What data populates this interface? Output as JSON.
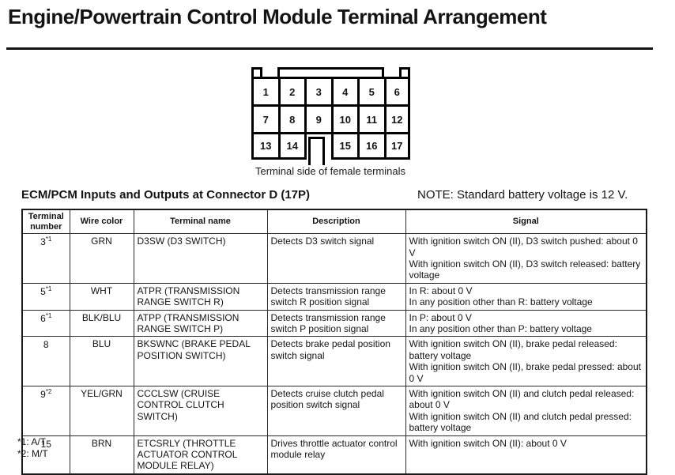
{
  "page": {
    "title": "Engine/Powertrain Control Module Terminal Arrangement"
  },
  "colors": {
    "text": "#141414",
    "line": "#000000",
    "background": "#ffffff"
  },
  "connector": {
    "caption": "Terminal side of female terminals",
    "rows": [
      [
        "1",
        "2",
        "3",
        "4",
        "5",
        "6"
      ],
      [
        "7",
        "8",
        "9",
        "10",
        "11",
        "12"
      ],
      [
        "13",
        "14",
        null,
        "15",
        "16",
        "17"
      ]
    ]
  },
  "section": {
    "title": "ECM/PCM Inputs and Outputs at Connector D  (17P)",
    "note": "NOTE: Standard battery voltage is 12 V."
  },
  "table": {
    "headers": [
      "Terminal number",
      "Wire color",
      "Terminal name",
      "Description",
      "Signal"
    ],
    "rows": [
      {
        "terminal": "3",
        "terminal_sup": "*1",
        "wire_color": "GRN",
        "terminal_name": "D3SW (D3 SWITCH)",
        "description": "Detects D3 switch signal",
        "signal": [
          "With ignition switch ON (II), D3 switch pushed: about 0 V",
          "With ignition switch ON (II), D3 switch released: battery voltage"
        ]
      },
      {
        "terminal": "5",
        "terminal_sup": "*1",
        "wire_color": "WHT",
        "terminal_name": "ATPR (TRANSMISSION RANGE SWITCH R)",
        "description": "Detects transmission range switch R position signal",
        "signal": [
          "In R: about 0 V",
          "In any position other than R: battery voltage"
        ]
      },
      {
        "terminal": "6",
        "terminal_sup": "*1",
        "wire_color": "BLK/BLU",
        "terminal_name": "ATPP (TRANSMISSION RANGE SWITCH P)",
        "description": "Detects transmission range switch P position signal",
        "signal": [
          "In P: about 0 V",
          "In any position other than P: battery voltage"
        ]
      },
      {
        "terminal": "8",
        "wire_color": "BLU",
        "terminal_name": "BKSWNC (BRAKE PEDAL POSITION SWITCH)",
        "description": "Detects brake pedal position switch signal",
        "signal": [
          "With ignition switch ON (II), brake pedal released: battery voltage",
          "With ignition switch ON (II), brake pedal pressed: about 0 V"
        ]
      },
      {
        "terminal": "9",
        "terminal_sup": "*2",
        "wire_color": "YEL/GRN",
        "terminal_name": "CCCLSW (CRUISE CONTROL CLUTCH SWITCH)",
        "description": "Detects cruise clutch pedal position switch signal",
        "signal": [
          "With ignition switch ON (II) and clutch pedal released: about 0 V",
          "With ignition switch ON (II) and clutch pedal pressed: battery voltage"
        ]
      },
      {
        "terminal": "15",
        "wire_color": "BRN",
        "terminal_name": "ETCSRLY (THROTTLE ACTUATOR CONTROL MODULE RELAY)",
        "description": "Drives throttle actuator control module relay",
        "signal": [
          "With ignition switch ON (II): about 0 V"
        ]
      }
    ],
    "footnotes": [
      "*1: A/T",
      "*2: M/T"
    ]
  }
}
